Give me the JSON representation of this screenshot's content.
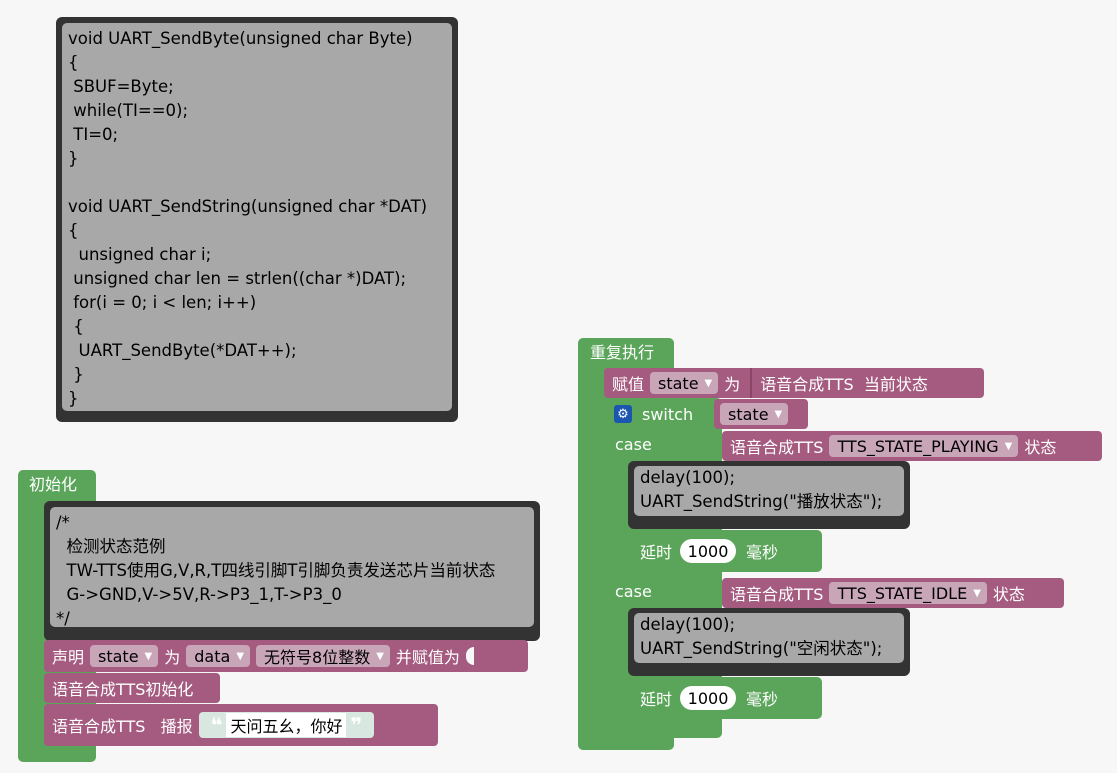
{
  "top_code": {
    "text": "void UART_SendByte(unsigned char Byte)\n{\n SBUF=Byte;\n while(TI==0);\n TI=0;\n}\n\nvoid UART_SendString(unsigned char *DAT)\n{\n  unsigned char i;\n unsigned char len = strlen((char *)DAT);\n for(i = 0; i < len; i++)\n {\n  UART_SendByte(*DAT++);\n }\n}"
  },
  "init": {
    "label": "初始化",
    "comment": "/*\n  检测状态范例\n  TW-TTS使用G,V,R,T四线引脚T引脚负责发送芯片当前状态\n  G->GND,V->5V,R->P3_1,T->P3_0\n*/",
    "declare": {
      "label": "声明",
      "var": "state",
      "as_label": "为",
      "kind": "data",
      "type": "无符号8位整数",
      "assign_label": "并赋值为"
    },
    "tts_init": "语音合成TTS初始化",
    "tts_play": {
      "label": "语音合成TTS   播报",
      "open_quote": "❝",
      "close_quote": "❞",
      "text": "天问五幺，你好"
    }
  },
  "loop": {
    "label": "重复执行",
    "assign": {
      "label": "赋值",
      "var": "state",
      "as_label": "为",
      "value": "语音合成TTS  当前状态"
    },
    "switch": {
      "label": "switch",
      "var": "state"
    },
    "cases": [
      {
        "label": "case",
        "prefix": "语音合成TTS",
        "state": "TTS_STATE_PLAYING",
        "suffix": "状态",
        "code": "delay(100);\nUART_SendString(\"播放状态\");",
        "delay_label": "延时",
        "delay_value": "1000",
        "delay_unit": "毫秒"
      },
      {
        "label": "case",
        "prefix": "语音合成TTS",
        "state": "TTS_STATE_IDLE",
        "suffix": "状态",
        "code": "delay(100);\nUART_SendString(\"空闲状态\");",
        "delay_label": "延时",
        "delay_value": "1000",
        "delay_unit": "毫秒"
      }
    ]
  },
  "icons": {
    "dropdown_arrow": "▼",
    "gear": "⚙"
  },
  "colors": {
    "green": "#5ba55b",
    "purple": "#a55b80",
    "code_frame": "#333333",
    "code_bg": "#a8a8a8",
    "gear_blue": "#1a55b0"
  }
}
